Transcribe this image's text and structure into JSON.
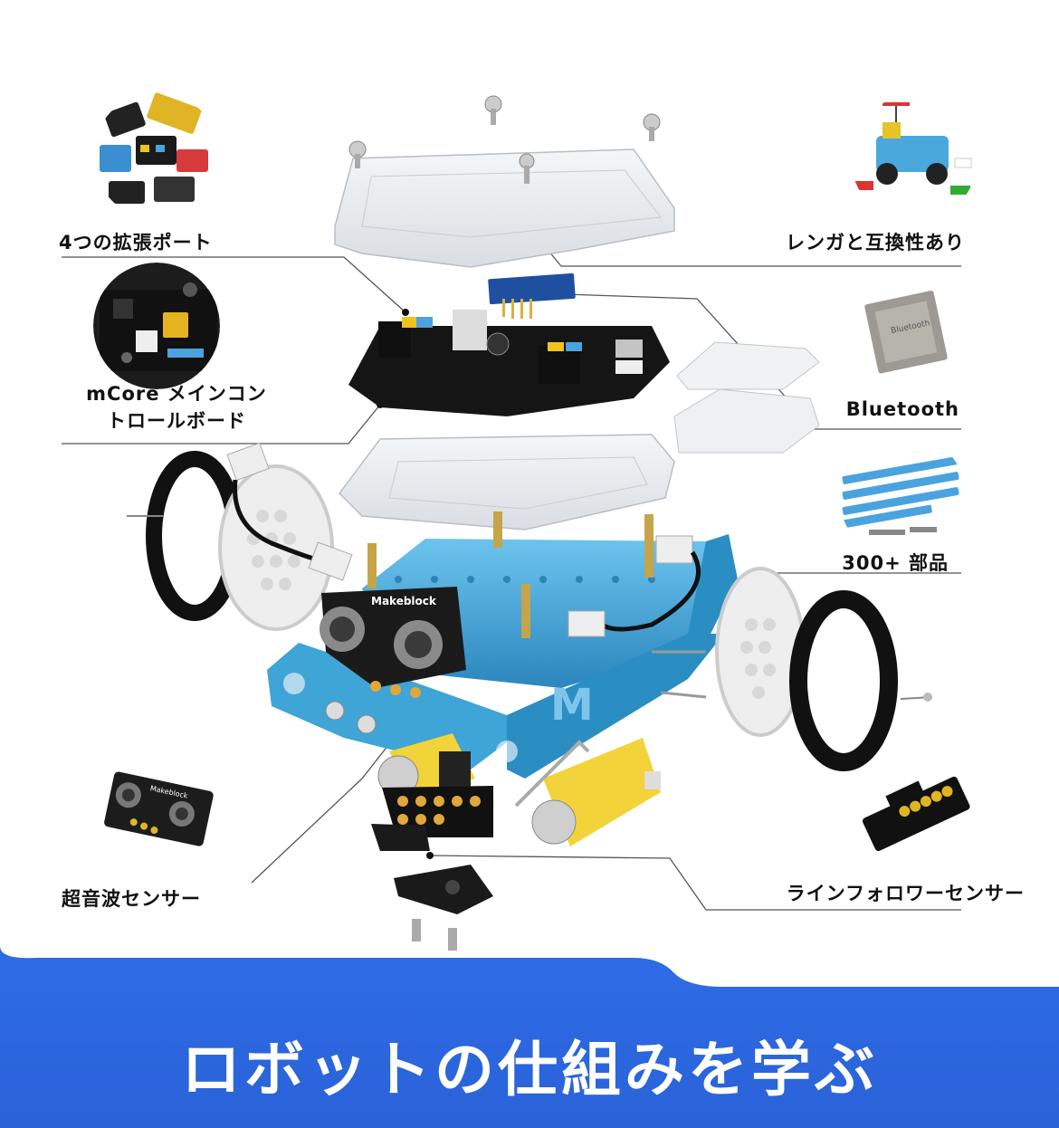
{
  "labels": {
    "ports": "4つの拡張ポート",
    "mcore_line1": "mCore メインコン",
    "mcore_line2": "トロールボード",
    "ultrasonic": "超音波センサー",
    "lego": "レンガと互換性あり",
    "bluetooth": "Bluetooth",
    "parts": "300+ 部品",
    "line_follower": "ラインフォロワーセンサー"
  },
  "brand": {
    "sensor_logo": "Makeblock"
  },
  "banner": {
    "title": "ロボットの仕組みを学ぶ"
  },
  "colors": {
    "banner": "#2f6fe8",
    "chassis": "#3fa4d6",
    "leader_line": "#555555",
    "motor": "#f2d33a"
  }
}
